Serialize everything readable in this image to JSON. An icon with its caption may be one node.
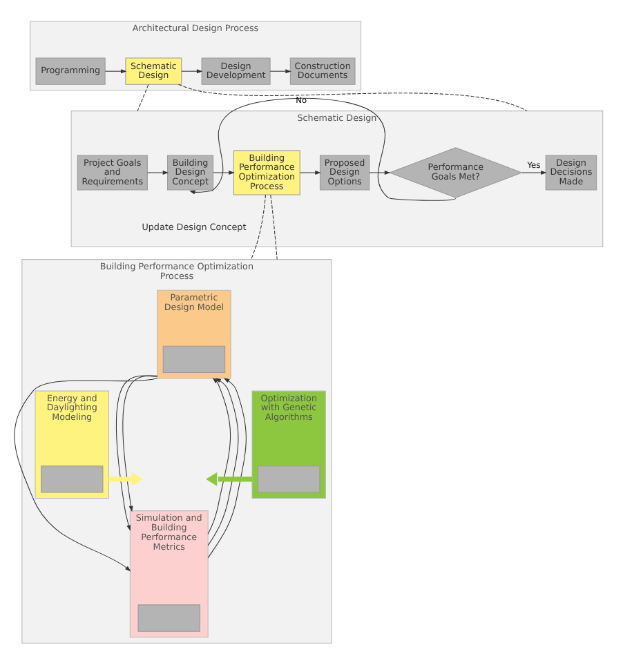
{
  "diagram": {
    "nodes": [
      {
        "text": [
          "Architectural Design Process"
        ]
      },
      {
        "text": [
          "Programming"
        ],
        "in": 0
      },
      {
        "text": [
          "Schematic Design"
        ],
        "in": 0
      },
      {
        "text": [
          "Design Development"
        ],
        "in": 0
      },
      {
        "text": [
          "Construction Documents"
        ],
        "in": 0
      },
      {
        "text": [
          "Schematic Design"
        ]
      },
      {
        "text": [
          "Project Goals and Requirements"
        ],
        "in": 5
      },
      {
        "text": [
          "Building Design Concept"
        ],
        "in": 5
      },
      {
        "text": [
          "Building Performance Optimization Process"
        ],
        "in": 5
      },
      {
        "text": [
          "Proposed Design Options"
        ],
        "in": 5
      },
      {
        "text": [
          "Performance Goals Met?"
        ],
        "in": 5
      },
      {
        "text": [
          "Design Decisions Made"
        ],
        "in": 5
      },
      {
        "text": [
          "Building Performance Optimization Process"
        ]
      },
      {
        "text": [
          "Parametric Design Model"
        ],
        "in": 12
      },
      {
        "text": [],
        "shape": "box",
        "in": 13
      },
      {
        "text": [
          "Energy and Daylighting Modeling"
        ],
        "in": 12
      },
      {
        "text": [],
        "shape": "box",
        "in": 15
      },
      {
        "text": [
          "Simulation and Building Performance Metrics"
        ],
        "in": 12
      },
      {
        "text": [],
        "shape": "box",
        "in": 17
      },
      {
        "text": [
          "Optimization with Genetic Algorithms"
        ],
        "in": 12
      },
      {
        "text": [],
        "shape": "box",
        "in": 19
      }
    ],
    "edges": [
      {
        "from": 1,
        "to": 2,
        "arrow": "to"
      },
      {
        "from": 2,
        "to": 3,
        "arrow": "to"
      },
      {
        "from": 3,
        "to": 4,
        "arrow": "to"
      },
      {
        "from": 2,
        "to": 5,
        "arrow": "none",
        "style": "dashed"
      },
      {
        "from": 2,
        "to": 5,
        "arrow": "none",
        "style": "dashed"
      },
      {
        "from": 6,
        "to": 7,
        "arrow": "to"
      },
      {
        "from": 7,
        "to": 8,
        "arrow": "to"
      },
      {
        "from": 8,
        "to": 9,
        "arrow": "to"
      },
      {
        "from": 9,
        "to": 10,
        "arrow": "to"
      },
      {
        "from": 10,
        "to": 11,
        "arrow": "to",
        "label": "Yes"
      },
      {
        "from": 10,
        "to": 7,
        "arrow": "to",
        "label": "No"
      },
      {
        "from": 8,
        "to": 12,
        "arrow": "none",
        "style": "dashed"
      },
      {
        "from": 8,
        "to": 12,
        "arrow": "none",
        "style": "dashed"
      },
      {
        "from": 13,
        "to": 17,
        "arrow": "to"
      },
      {
        "from": 13,
        "to": 17,
        "arrow": "to"
      },
      {
        "from": 13,
        "to": 17,
        "arrow": "to"
      },
      {
        "from": 17,
        "to": 13,
        "arrow": "to"
      },
      {
        "from": 17,
        "to": 13,
        "arrow": "to"
      },
      {
        "from": 17,
        "to": 13,
        "arrow": "to"
      },
      {
        "from": 15,
        "to": null,
        "arrow": "to",
        "style": "thick",
        "color": "#fff380"
      },
      {
        "from": 19,
        "to": null,
        "arrow": "to",
        "style": "thick",
        "color": "#8dc63f"
      }
    ],
    "labels": [
      "Update Design Concept"
    ]
  }
}
